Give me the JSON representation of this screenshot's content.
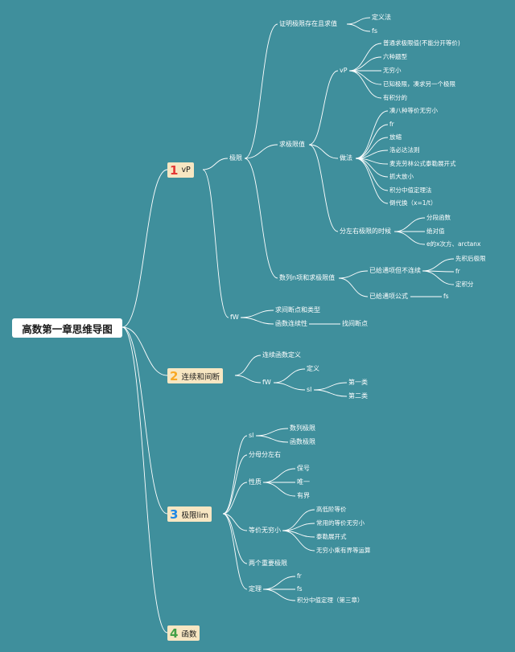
{
  "title": "高数第一章思维导图",
  "colors": {
    "background": "#3f8f9c",
    "line": "#ffffff",
    "chapter_box": "#f7e6c2",
    "num1": "#e53935",
    "num2": "#f9a825",
    "num3": "#1e88e5",
    "num4": "#43a047"
  },
  "chapters": [
    {
      "num": "1",
      "label": "vP"
    },
    {
      "num": "2",
      "label": "连续和间断"
    },
    {
      "num": "3",
      "label": "极限lim"
    },
    {
      "num": "4",
      "label": "函数"
    }
  ],
  "nodes": {
    "limit": "极限",
    "prove": "证明极限存在且求值",
    "prove_def": "定义法",
    "prove_fs": "fs",
    "find": "求极限值",
    "vp": "vP",
    "vp1": "普通求极限值(不能分开等价)",
    "vp2": "六种题型",
    "vp3": "无穷小",
    "vp4": "已知极限，凑求另一个极限",
    "vp5": "有积分的",
    "method": "做法",
    "m1": "凑八种等价无穷小",
    "m2": "fr",
    "m3": "放缩",
    "m4": "洛必达法则",
    "m5": "麦克劳林公式泰勒展开式",
    "m6": "抓大放小",
    "m7": "积分中值定理法",
    "m8": "倒代换（x=1/t）",
    "lr": "分左右极限的时候",
    "lr1": "分段函数",
    "lr2": "绝对值",
    "lr3": "e的x次方、arctanx",
    "seq": "数列n项和求极限值",
    "seq1": "已给通项但不连续",
    "seq1a": "先积后极限",
    "seq1b": "fr",
    "seq1c": "定积分",
    "seq2": "已给通项公式",
    "seq2a": "fs",
    "fw": "fW",
    "fw1": "求间断点和类型",
    "fw2": "函数连续性",
    "fw2a": "找间断点",
    "c2a": "连续函数定义",
    "c2fw": "fW",
    "c2def": "定义",
    "c2sl": "sl",
    "c2t1": "第一类",
    "c2t2": "第二类",
    "c3sl": "sl",
    "c3a": "数列极限",
    "c3b": "函数极限",
    "c3lr": "分母分左右",
    "prop": "性质",
    "prop1": "保号",
    "prop2": "唯一",
    "prop3": "有界",
    "inf": "等价无穷小",
    "inf1": "高低阶等价",
    "inf2": "常用的等价无穷小",
    "inf3": "泰勒展开式",
    "inf4": "无穷小乘有界等运算",
    "two": "两个重要极限",
    "thm": "定理",
    "thm1": "fr",
    "thm2": "fs",
    "thm3": "积分中值定理（第三章）"
  }
}
